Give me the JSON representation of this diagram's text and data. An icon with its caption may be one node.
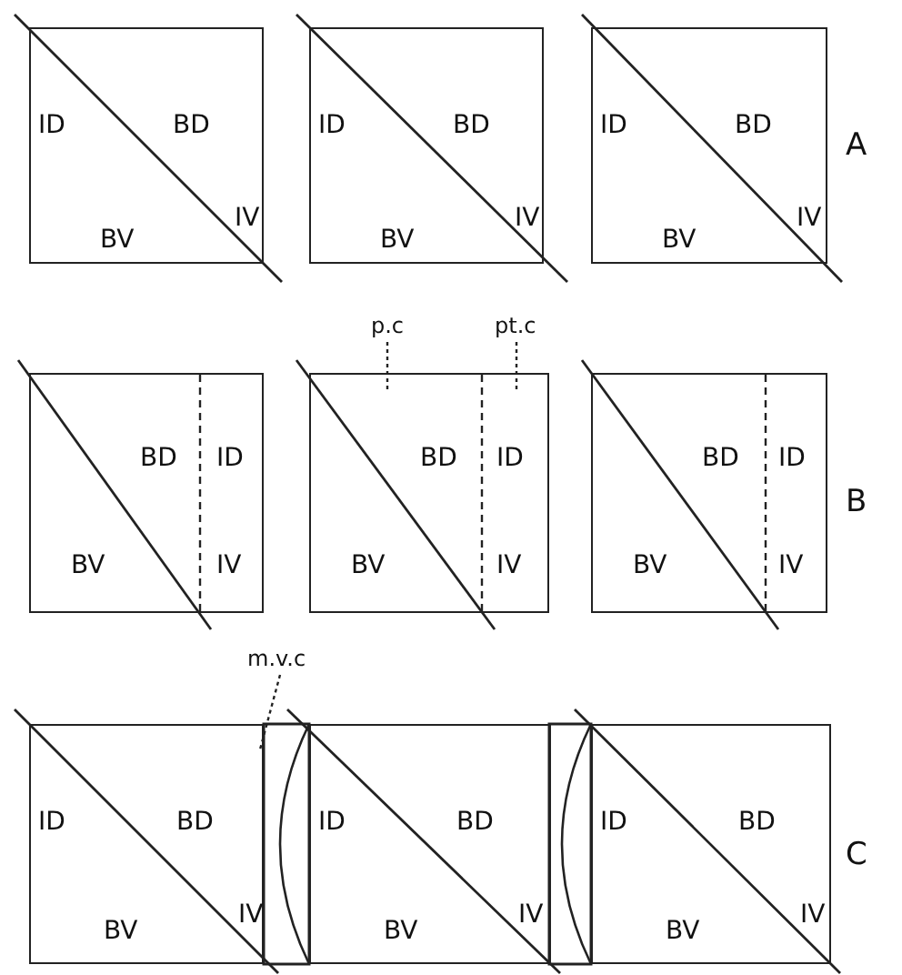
{
  "diagram": {
    "nodes": [
      {
        "text": [
          "ID",
          "BD",
          "BV",
          "IV"
        ]
      },
      {
        "text": [
          "ID",
          "BD",
          "BV",
          "IV"
        ]
      },
      {
        "text": [
          "ID",
          "BD",
          "BV",
          "IV"
        ]
      },
      {
        "text": [
          "BD",
          "ID",
          "BV",
          "IV"
        ]
      },
      {
        "text": [
          "BD",
          "ID",
          "BV",
          "IV"
        ]
      },
      {
        "text": [
          "BD",
          "ID",
          "BV",
          "IV"
        ]
      },
      {
        "text": [
          "ID",
          "BD",
          "BV",
          "IV"
        ]
      },
      {
        "text": [
          "ID",
          "BD",
          "BV",
          "IV"
        ]
      },
      {
        "text": [
          "ID",
          "BD",
          "BV",
          "IV"
        ]
      },
      {
        "text": [
          "p.c"
        ]
      },
      {
        "text": [
          "pt.c"
        ]
      },
      {
        "text": [
          "m.v.c"
        ]
      }
    ],
    "edges": [
      {
        "from": 9,
        "to": 4,
        "arrow": "none",
        "style": "dashed"
      },
      {
        "from": 10,
        "to": 4,
        "arrow": "none",
        "style": "dashed"
      },
      {
        "from": 11,
        "to": 6,
        "arrow": "none",
        "style": "dashed"
      }
    ],
    "labels": [
      "A",
      "B",
      "C"
    ]
  }
}
